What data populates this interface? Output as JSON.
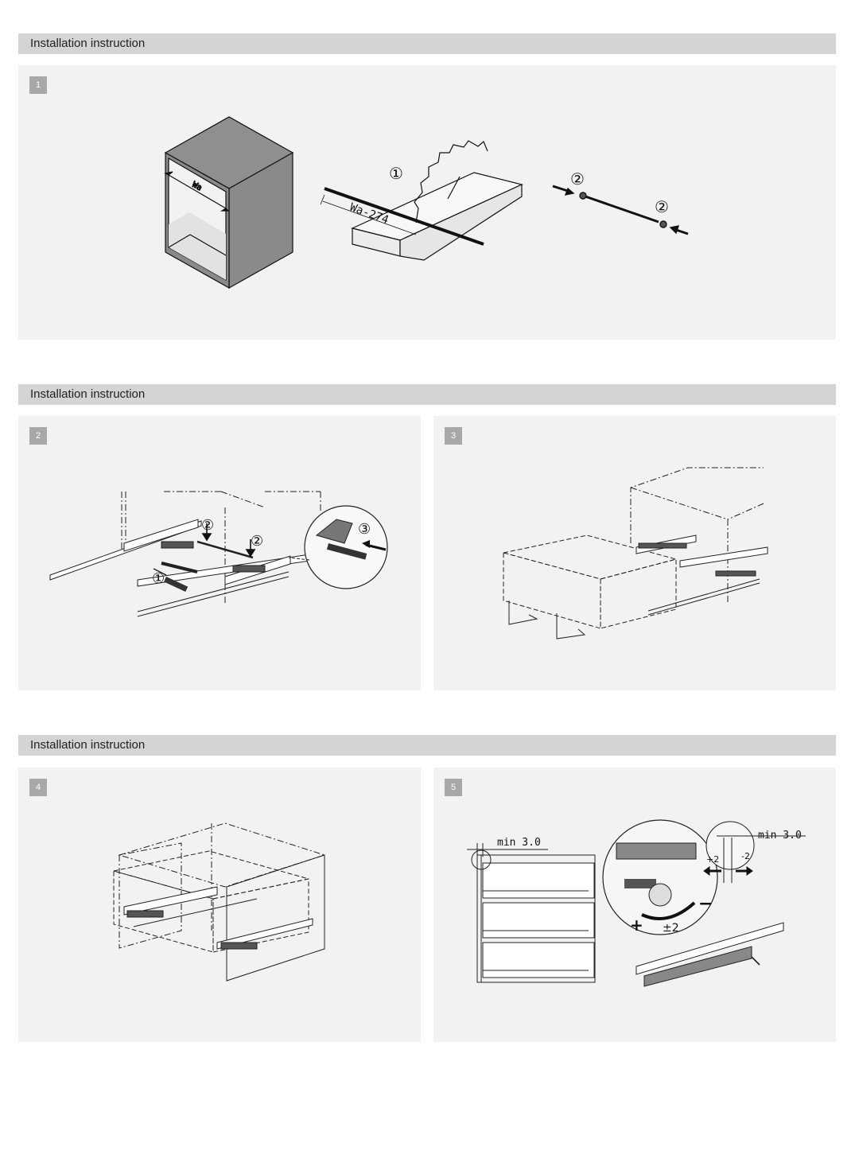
{
  "sections": [
    {
      "title": "Installation instruction"
    },
    {
      "title": "Installation instruction"
    },
    {
      "title": "Installation instruction"
    }
  ],
  "steps": [
    {
      "number": "1",
      "labels": {
        "wa": "Wa",
        "cut": "Wa-274",
        "marker1": "①",
        "marker2a": "②",
        "marker2b": "②"
      }
    },
    {
      "number": "2",
      "labels": {
        "marker1": "①",
        "marker2a": "②",
        "marker2b": "②",
        "marker3": "③"
      }
    },
    {
      "number": "3"
    },
    {
      "number": "4"
    },
    {
      "number": "5",
      "labels": {
        "min_left": "min 3.0",
        "min_right": "min 3.0",
        "plus2": "+2",
        "minus2": "-2",
        "pm2": "±2",
        "plus": "+",
        "minus": "−"
      }
    }
  ],
  "colors": {
    "section_bar": "#d4d4d4",
    "panel": "#f2f2f2",
    "badge": "#a8a8a8",
    "cabinet": "#8a8a8a"
  }
}
